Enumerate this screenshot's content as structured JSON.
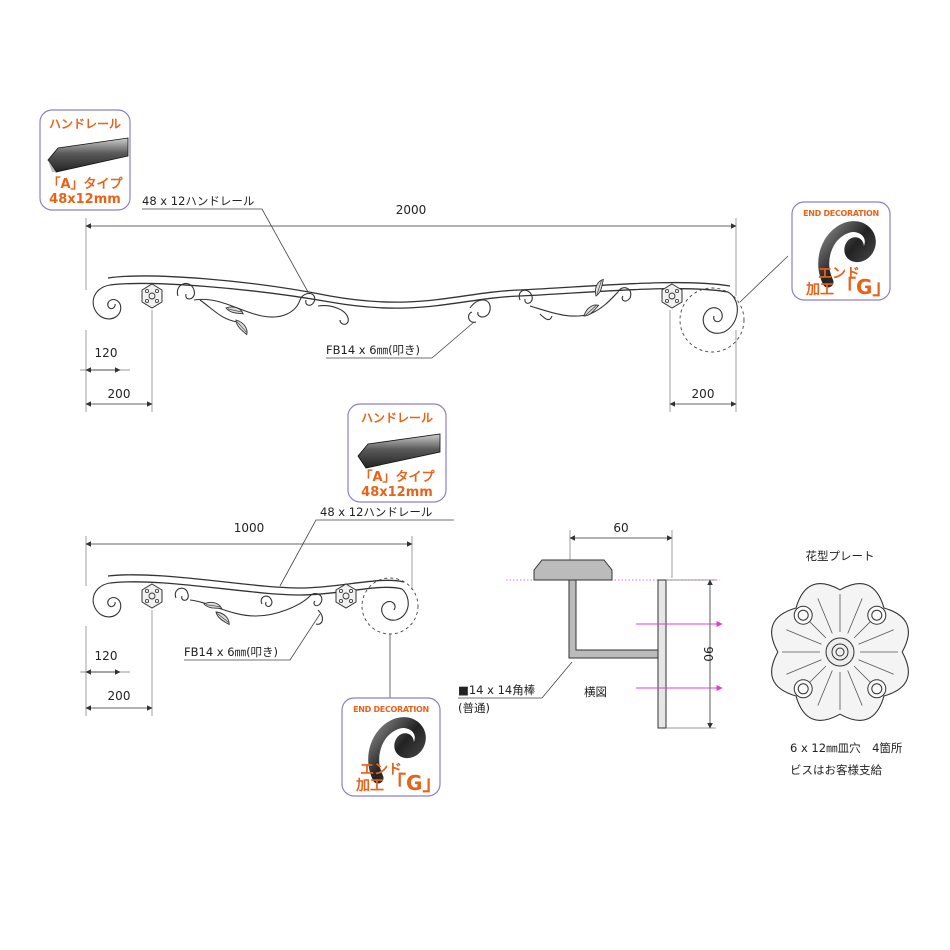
{
  "top_drawing": {
    "handrail_card": {
      "title": "ハンドレール",
      "type_label": "「A」タイプ",
      "size": "48x12mm"
    },
    "handrail_label": "48 x 12ハンドレール",
    "length_dim": "2000",
    "fb_label": "FB14 x 6㎜(叩き)",
    "dim_120": "120",
    "dim_200_left": "200",
    "dim_200_right": "200",
    "end_card": {
      "small": "END DECORATION",
      "big1": "エンド",
      "big2": "加工",
      "g": "「G」"
    }
  },
  "bottom_drawing": {
    "handrail_card": {
      "title": "ハンドレール",
      "type_label": "「A」タイプ",
      "size": "48x12mm"
    },
    "handrail_label": "48 x 12ハンドレール",
    "length_dim": "1000",
    "fb_label": "FB14 x 6㎜(叩き)",
    "dim_120": "120",
    "dim_200": "200",
    "end_card": {
      "small": "END DECORATION",
      "big1": "エンド",
      "big2": "加工",
      "g": "「G」"
    }
  },
  "side_view": {
    "width_dim": "60",
    "height_dim": "90",
    "bar_label": "■14 x 14角棒",
    "bar_sub": "(普通)",
    "title": "横図"
  },
  "flower_plate": {
    "title": "花型プレート",
    "note1": "6 x 12㎜皿穴　4箇所",
    "note2": "ビスはお客様支給"
  },
  "colors": {
    "accent": "#e8631a",
    "card_border": "#8a80c8",
    "arrow": "#e040c8"
  }
}
